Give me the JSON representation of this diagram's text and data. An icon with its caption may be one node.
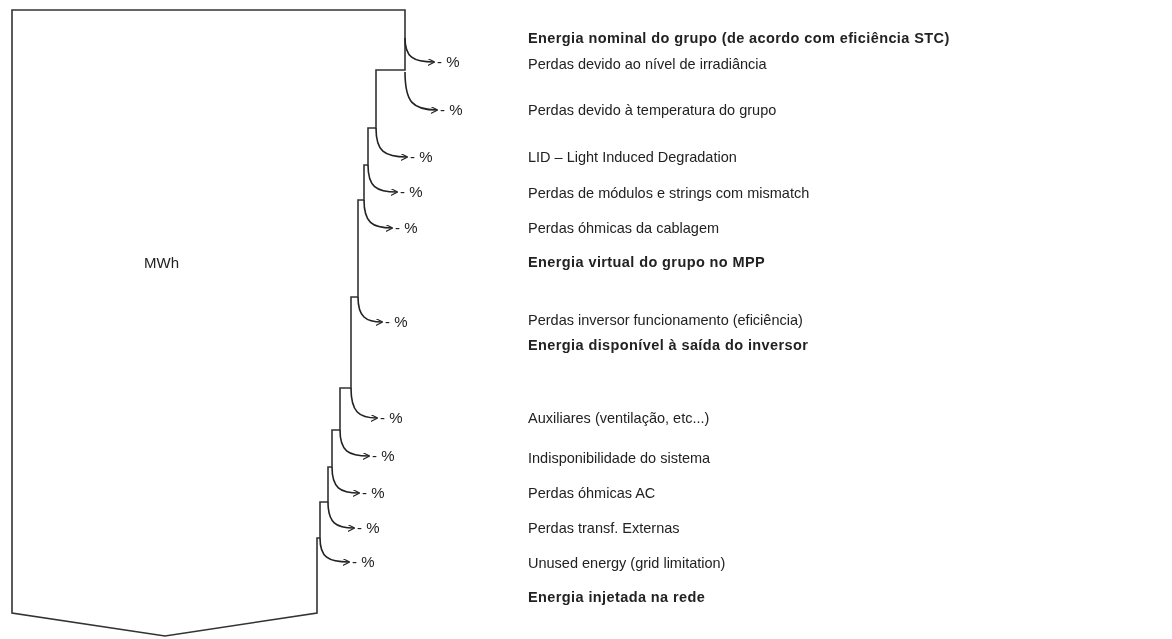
{
  "diagram": {
    "nodes": [
      {
        "text": [
          "MWh"
        ]
      },
      {
        "text": [
          "- %"
        ]
      },
      {
        "text": [
          "- %"
        ]
      },
      {
        "text": [
          "- %"
        ]
      },
      {
        "text": [
          "- %"
        ]
      },
      {
        "text": [
          "- %"
        ]
      },
      {
        "text": [
          "- %"
        ]
      },
      {
        "text": [
          "- %"
        ]
      },
      {
        "text": [
          "- %"
        ]
      },
      {
        "text": [
          "- %"
        ]
      },
      {
        "text": [
          "- %"
        ]
      },
      {
        "text": [
          "- %"
        ]
      }
    ],
    "edges": [
      {
        "from": 0,
        "to": 1,
        "arrow": "to"
      },
      {
        "from": 0,
        "to": 2,
        "arrow": "to"
      },
      {
        "from": 0,
        "to": 3,
        "arrow": "to"
      },
      {
        "from": 0,
        "to": 4,
        "arrow": "to"
      },
      {
        "from": 0,
        "to": 5,
        "arrow": "to"
      },
      {
        "from": 0,
        "to": 6,
        "arrow": "to"
      },
      {
        "from": 0,
        "to": 7,
        "arrow": "to"
      },
      {
        "from": 0,
        "to": 8,
        "arrow": "to"
      },
      {
        "from": 0,
        "to": 9,
        "arrow": "to"
      },
      {
        "from": 0,
        "to": 10,
        "arrow": "to"
      },
      {
        "from": 0,
        "to": 11,
        "arrow": "to"
      }
    ],
    "labels": [
      "Energia nominal do grupo (de acordo com eficiência STC)",
      "Perdas devido ao nível de irradiância",
      "Perdas devido à temperatura do grupo",
      "LID – Light Induced Degradation",
      "Perdas de módulos e strings com mismatch",
      "Perdas óhmicas da cablagem",
      "Energia virtual do grupo no MPP",
      "Perdas inversor funcionamento (eficiência)",
      "Energia disponível à saída do inversor",
      "Auxiliares (ventilação, etc...)",
      "Indisponibilidade do sistema",
      "Perdas óhmicas AC",
      "Perdas transf. Externas",
      "Unused energy (grid limitation)",
      "Energia injetada na rede"
    ]
  }
}
